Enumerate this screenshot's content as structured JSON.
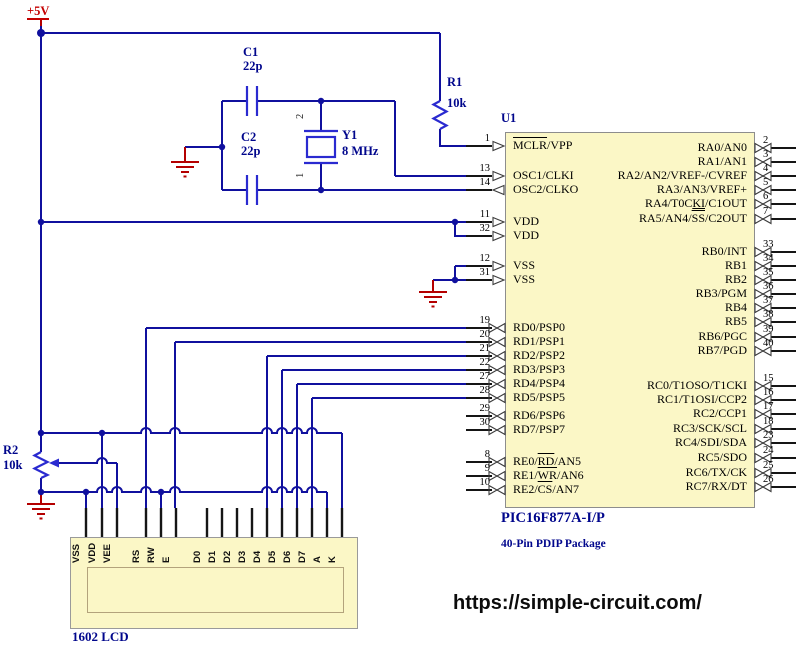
{
  "supply_label": "+5V",
  "watermark_url": "https://simple-circuit.com/",
  "components": {
    "c1": {
      "ref": "C1",
      "value": "22p"
    },
    "c2": {
      "ref": "C2",
      "value": "22p"
    },
    "crystal": {
      "ref": "Y1",
      "value": "8 MHz",
      "pin_top": "2",
      "pin_bottom": "1"
    },
    "r1": {
      "ref": "R1",
      "value": "10k"
    },
    "r2": {
      "ref": "R2",
      "value": "10k"
    }
  },
  "chip": {
    "ref": "U1",
    "part": "PIC16F877A-I/P",
    "package": "40-Pin PDIP Package",
    "left_pins": [
      {
        "num": "1",
        "pre": "",
        "bar": "MCLR",
        "bar_type": "over",
        "post": "/VPP"
      },
      {
        "num": "13",
        "pre": "OSC1/CLKI",
        "bar": "",
        "bar_type": "none",
        "post": ""
      },
      {
        "num": "14",
        "pre": "OSC2/CLKO",
        "bar": "",
        "bar_type": "none",
        "post": ""
      },
      {
        "num": "11",
        "pre": "VDD",
        "bar": "",
        "bar_type": "none",
        "post": ""
      },
      {
        "num": "32",
        "pre": "VDD",
        "bar": "",
        "bar_type": "none",
        "post": ""
      },
      {
        "num": "12",
        "pre": "VSS",
        "bar": "",
        "bar_type": "none",
        "post": ""
      },
      {
        "num": "31",
        "pre": "VSS",
        "bar": "",
        "bar_type": "none",
        "post": ""
      },
      {
        "num": "19",
        "pre": "RD0/PSP0",
        "bar": "",
        "bar_type": "none",
        "post": ""
      },
      {
        "num": "20",
        "pre": "RD1/PSP1",
        "bar": "",
        "bar_type": "none",
        "post": ""
      },
      {
        "num": "21",
        "pre": "RD2/PSP2",
        "bar": "",
        "bar_type": "none",
        "post": ""
      },
      {
        "num": "22",
        "pre": "RD3/PSP3",
        "bar": "",
        "bar_type": "none",
        "post": ""
      },
      {
        "num": "27",
        "pre": "RD4/PSP4",
        "bar": "",
        "bar_type": "none",
        "post": ""
      },
      {
        "num": "28",
        "pre": "RD5/PSP5",
        "bar": "",
        "bar_type": "none",
        "post": ""
      },
      {
        "num": "29",
        "pre": "RD6/PSP6",
        "bar": "",
        "bar_type": "none",
        "post": ""
      },
      {
        "num": "30",
        "pre": "RD7/PSP7",
        "bar": "",
        "bar_type": "none",
        "post": ""
      },
      {
        "num": "8",
        "pre": "RE0/",
        "bar": "RD",
        "bar_type": "over",
        "post": "/AN5"
      },
      {
        "num": "9",
        "pre": "RE1/",
        "bar": "WR",
        "bar_type": "over",
        "post": "/AN6"
      },
      {
        "num": "10",
        "pre": "RE2/",
        "bar": "CS",
        "bar_type": "over",
        "post": "/AN7"
      }
    ],
    "right_pins": [
      {
        "num": "2",
        "pre": "RA0/AN0",
        "bar": "",
        "bar_type": "none",
        "post": ""
      },
      {
        "num": "3",
        "pre": "RA1/AN1",
        "bar": "",
        "bar_type": "none",
        "post": ""
      },
      {
        "num": "4",
        "pre": "RA2/AN2/VREF-/CVREF",
        "bar": "",
        "bar_type": "none",
        "post": ""
      },
      {
        "num": "5",
        "pre": "RA3/AN3/VREF+",
        "bar": "",
        "bar_type": "none",
        "post": ""
      },
      {
        "num": "6",
        "pre": "RA4/T0C",
        "bar": "KI",
        "bar_type": "under",
        "post": "/C1OUT"
      },
      {
        "num": "7",
        "pre": "RA5/AN4/",
        "bar": "SS",
        "bar_type": "over",
        "post": "/C2OUT"
      },
      {
        "num": "33",
        "pre": "RB0/INT",
        "bar": "",
        "bar_type": "none",
        "post": ""
      },
      {
        "num": "34",
        "pre": "RB1",
        "bar": "",
        "bar_type": "none",
        "post": ""
      },
      {
        "num": "35",
        "pre": "RB2",
        "bar": "",
        "bar_type": "none",
        "post": ""
      },
      {
        "num": "36",
        "pre": "RB3/PGM",
        "bar": "",
        "bar_type": "none",
        "post": ""
      },
      {
        "num": "37",
        "pre": "RB4",
        "bar": "",
        "bar_type": "none",
        "post": ""
      },
      {
        "num": "38",
        "pre": "RB5",
        "bar": "",
        "bar_type": "none",
        "post": ""
      },
      {
        "num": "39",
        "pre": "RB6/PGC",
        "bar": "",
        "bar_type": "none",
        "post": ""
      },
      {
        "num": "40",
        "pre": "RB7/PGD",
        "bar": "",
        "bar_type": "none",
        "post": ""
      },
      {
        "num": "15",
        "pre": "RC0/T1OSO/T1CKI",
        "bar": "",
        "bar_type": "none",
        "post": ""
      },
      {
        "num": "16",
        "pre": "RC1/T1OSI/CCP2",
        "bar": "",
        "bar_type": "none",
        "post": ""
      },
      {
        "num": "17",
        "pre": "RC2/CCP1",
        "bar": "",
        "bar_type": "none",
        "post": ""
      },
      {
        "num": "18",
        "pre": "RC3/SCK/SCL",
        "bar": "",
        "bar_type": "none",
        "post": ""
      },
      {
        "num": "23",
        "pre": "RC4/SDI/SDA",
        "bar": "",
        "bar_type": "none",
        "post": ""
      },
      {
        "num": "24",
        "pre": "RC5/SDO",
        "bar": "",
        "bar_type": "none",
        "post": ""
      },
      {
        "num": "25",
        "pre": "RC6/TX/CK",
        "bar": "",
        "bar_type": "none",
        "post": ""
      },
      {
        "num": "26",
        "pre": "RC7/RX/DT",
        "bar": "",
        "bar_type": "none",
        "post": ""
      }
    ]
  },
  "lcd": {
    "title": "1602 LCD",
    "pins": [
      "VSS",
      "VDD",
      "VEE",
      "RS",
      "RW",
      "E",
      "D0",
      "D1",
      "D2",
      "D3",
      "D4",
      "D5",
      "D6",
      "D7",
      "A",
      "K"
    ]
  },
  "colors": {
    "wire_blue": "#10109e",
    "component_blue": "#2a2ad0",
    "power_red": "#c40000",
    "ground_red": "#b40000",
    "label_navy": "#00068c",
    "body_fill": "#fbf7c6",
    "text_black": "#000000"
  }
}
